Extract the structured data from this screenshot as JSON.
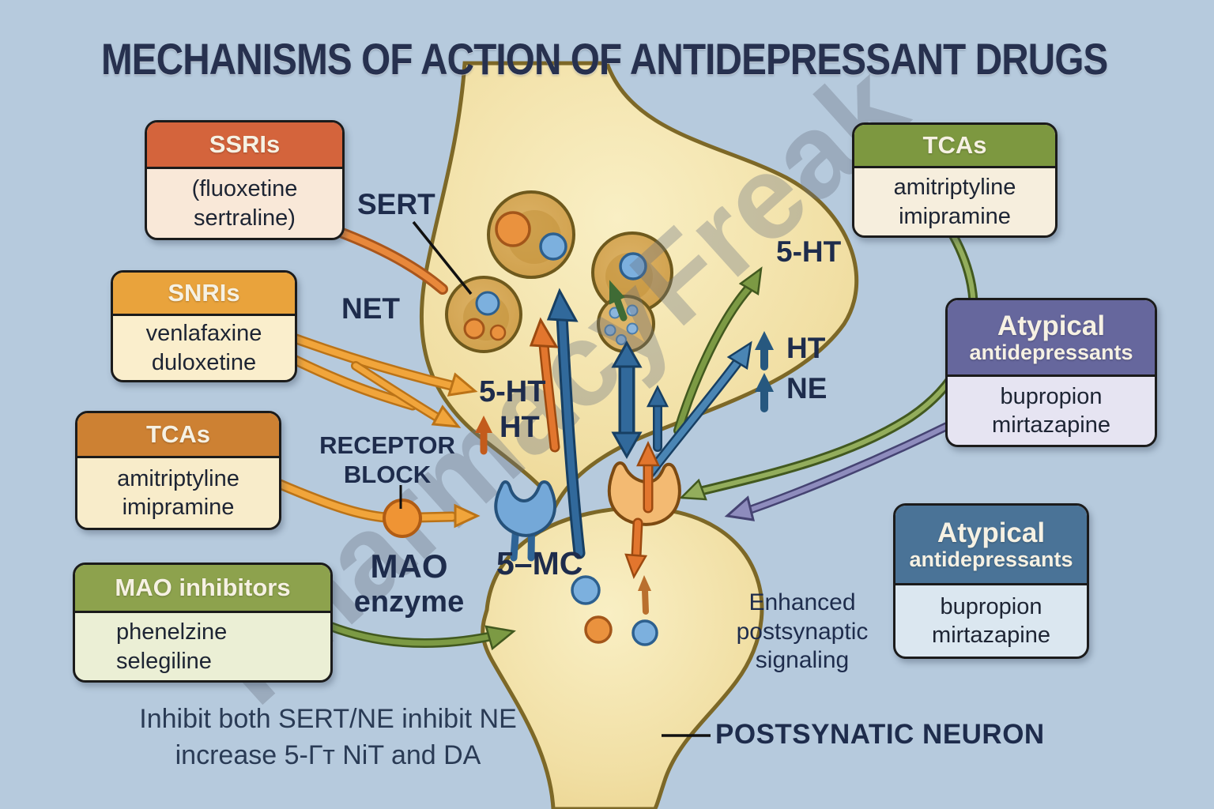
{
  "title": "MECHANISMS OF ACTION OF ANTIDEPRESSANT DRUGS",
  "watermark": "PharmacyFreak",
  "boxes": {
    "ssris": {
      "header": "SSRIs",
      "body_line1": "(fluoxetine",
      "body_line2": "sertraline)"
    },
    "snris": {
      "header": "SNRIs",
      "body_line1": "venlafaxine",
      "body_line2": "duloxetine"
    },
    "tcas_left": {
      "header": "TCAs",
      "body_line1": "amitriptyline",
      "body_line2": "imipramine"
    },
    "mao": {
      "header": "MAO inhibitors",
      "body_line1": "phenelzine",
      "body_line2": "selegiline"
    },
    "tcas_right": {
      "header": "TCAs",
      "body_line1": "amitriptyline",
      "body_line2": "imipramine"
    },
    "atypical_purple": {
      "header_line1": "Atypical",
      "header_line2": "antidepressants",
      "body_line1": "bupropion",
      "body_line2": "mirtazapine"
    },
    "atypical_blue": {
      "header_line1": "Atypical",
      "header_line2": "antidepressants",
      "body_line1": "bupropion",
      "body_line2": "mirtazapine"
    }
  },
  "labels": {
    "sert": "SERT",
    "net": "NET",
    "five_ht_left": "5-HT",
    "ht_left": "HT",
    "receptor_block_line1": "RECEPTOR",
    "receptor_block_line2": "BLOCK",
    "mao_line1": "MAO",
    "mao_line2": "enzyme",
    "five_mc": "5–MC",
    "five_ht_right": "5-HT",
    "ht_right": "HT",
    "ne_right": "NE",
    "enhanced_line1": "Enhanced",
    "enhanced_line2": "postsynaptic",
    "enhanced_line3": "signaling",
    "postsynaptic_neuron": "POSTSYNATIC NEURON",
    "caption_line1": "Inhibit both SERT/NE inhibit NE",
    "caption_line2": "increase 5-Гт NiT and DA"
  },
  "colors": {
    "background": "#b6cadd",
    "text_navy": "#1e2c4c",
    "ssri_header": "#d4643c",
    "ssri_body": "#f9e8d8",
    "snri_header": "#e9a33c",
    "snri_body": "#faeecc",
    "tca_left_header": "#cd8133",
    "tca_left_body": "#f8ecca",
    "mao_header": "#8da24d",
    "mao_body": "#ebefd5",
    "tca_right_header": "#7d9840",
    "tca_right_body": "#f6eedd",
    "atypical_purple_header": "#66679d",
    "atypical_purple_body": "#e6e4f2",
    "atypical_blue_header": "#4a7397",
    "atypical_blue_body": "#dbe7f0",
    "neuron_fill": "#f1dfa4",
    "neuron_border": "#7d6827",
    "arrow_orange": "#e8883b",
    "arrow_yellow": "#f1a53b",
    "arrow_green": "#7c9a44",
    "arrow_blue": "#31699b",
    "arrow_purple": "#8e8cbd"
  }
}
